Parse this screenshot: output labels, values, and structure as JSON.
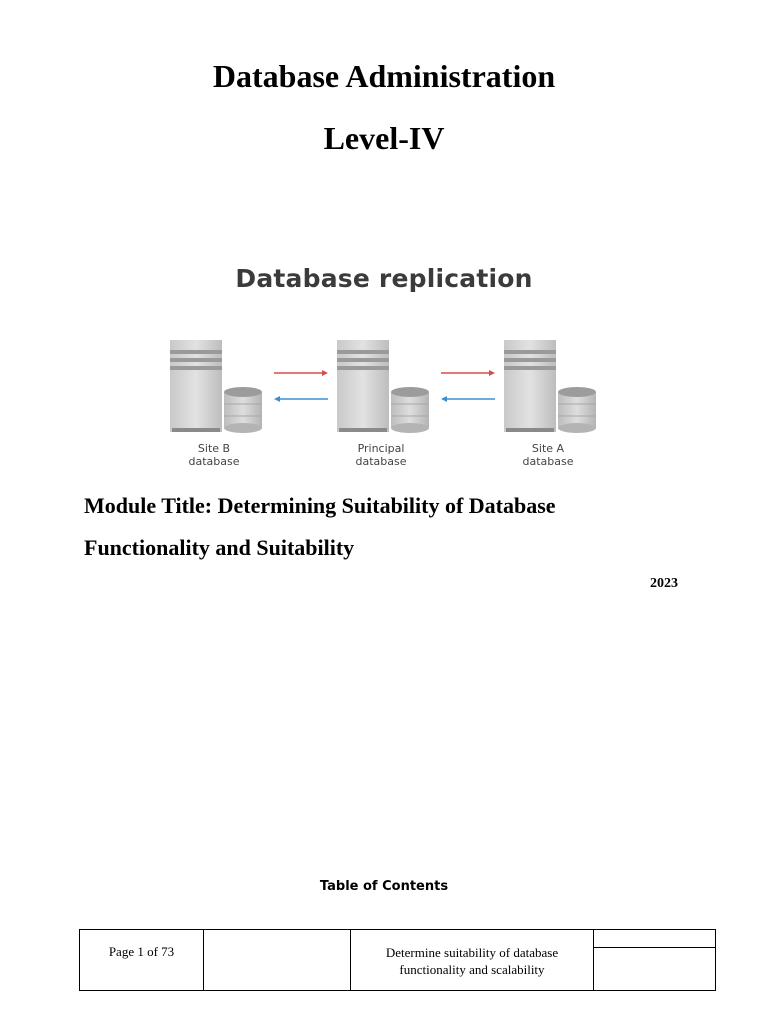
{
  "document": {
    "title": "Database Administration",
    "level": "Level-IV",
    "figure": {
      "title": "Database replication",
      "nodes": [
        {
          "label_line1": "Site B",
          "label_line2": "database"
        },
        {
          "label_line1": "Principal",
          "label_line2": "database"
        },
        {
          "label_line1": "Site A",
          "label_line2": "database"
        }
      ],
      "arrow_colors": {
        "forward": "#d94c4c",
        "backward": "#3b8fd0"
      }
    },
    "module_title_line1": "Module Title: Determining Suitability of Database",
    "module_title_line2": "Functionality and Suitability",
    "year": "2023",
    "toc_heading": "Table of Contents"
  },
  "footer": {
    "page_label": "Page 1 of 73",
    "description_line1": "Determine suitability of database",
    "description_line2": "functionality and scalability"
  }
}
